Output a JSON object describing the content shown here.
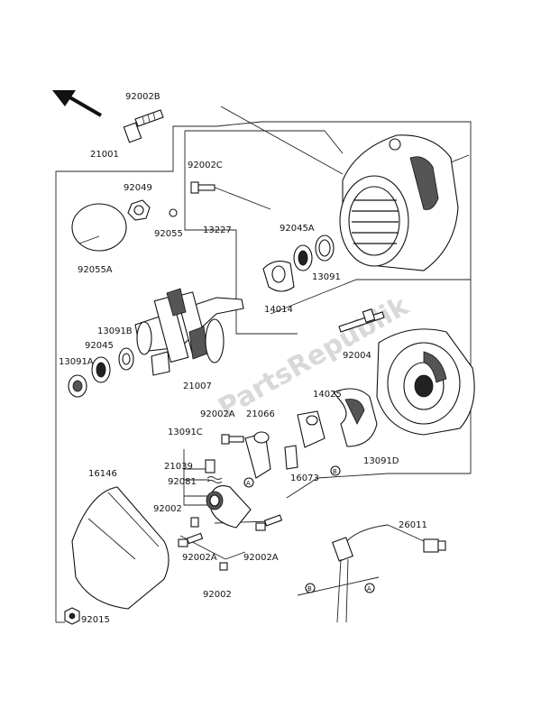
{
  "watermark": "PartsRepublik",
  "markers": {
    "a": "A",
    "b": "B"
  },
  "parts": [
    {
      "id": "p-92002b",
      "label": "92002B"
    },
    {
      "id": "p-21001",
      "label": "21001"
    },
    {
      "id": "p-92002c",
      "label": "92002C"
    },
    {
      "id": "p-92049",
      "label": "92049"
    },
    {
      "id": "p-92055",
      "label": "92055"
    },
    {
      "id": "p-13227",
      "label": "13227"
    },
    {
      "id": "p-92045a",
      "label": "92045A"
    },
    {
      "id": "p-92055a",
      "label": "92055A"
    },
    {
      "id": "p-13091",
      "label": "13091"
    },
    {
      "id": "p-14014",
      "label": "14014"
    },
    {
      "id": "p-13091b",
      "label": "13091B"
    },
    {
      "id": "p-92045",
      "label": "92045"
    },
    {
      "id": "p-13091a",
      "label": "13091A"
    },
    {
      "id": "p-92004",
      "label": "92004"
    },
    {
      "id": "p-21007",
      "label": "21007"
    },
    {
      "id": "p-14025",
      "label": "14025"
    },
    {
      "id": "p-92002a-1",
      "label": "92002A"
    },
    {
      "id": "p-21066",
      "label": "21066"
    },
    {
      "id": "p-13091c",
      "label": "13091C"
    },
    {
      "id": "p-13091d",
      "label": "13091D"
    },
    {
      "id": "p-21039",
      "label": "21039"
    },
    {
      "id": "p-16146",
      "label": "16146"
    },
    {
      "id": "p-16073",
      "label": "16073"
    },
    {
      "id": "p-92081",
      "label": "92081"
    },
    {
      "id": "p-92002-1",
      "label": "92002"
    },
    {
      "id": "p-26011",
      "label": "26011"
    },
    {
      "id": "p-92002a-2",
      "label": "92002A"
    },
    {
      "id": "p-92002a-3",
      "label": "92002A"
    },
    {
      "id": "p-92002-2",
      "label": "92002"
    },
    {
      "id": "p-92015",
      "label": "92015"
    }
  ]
}
